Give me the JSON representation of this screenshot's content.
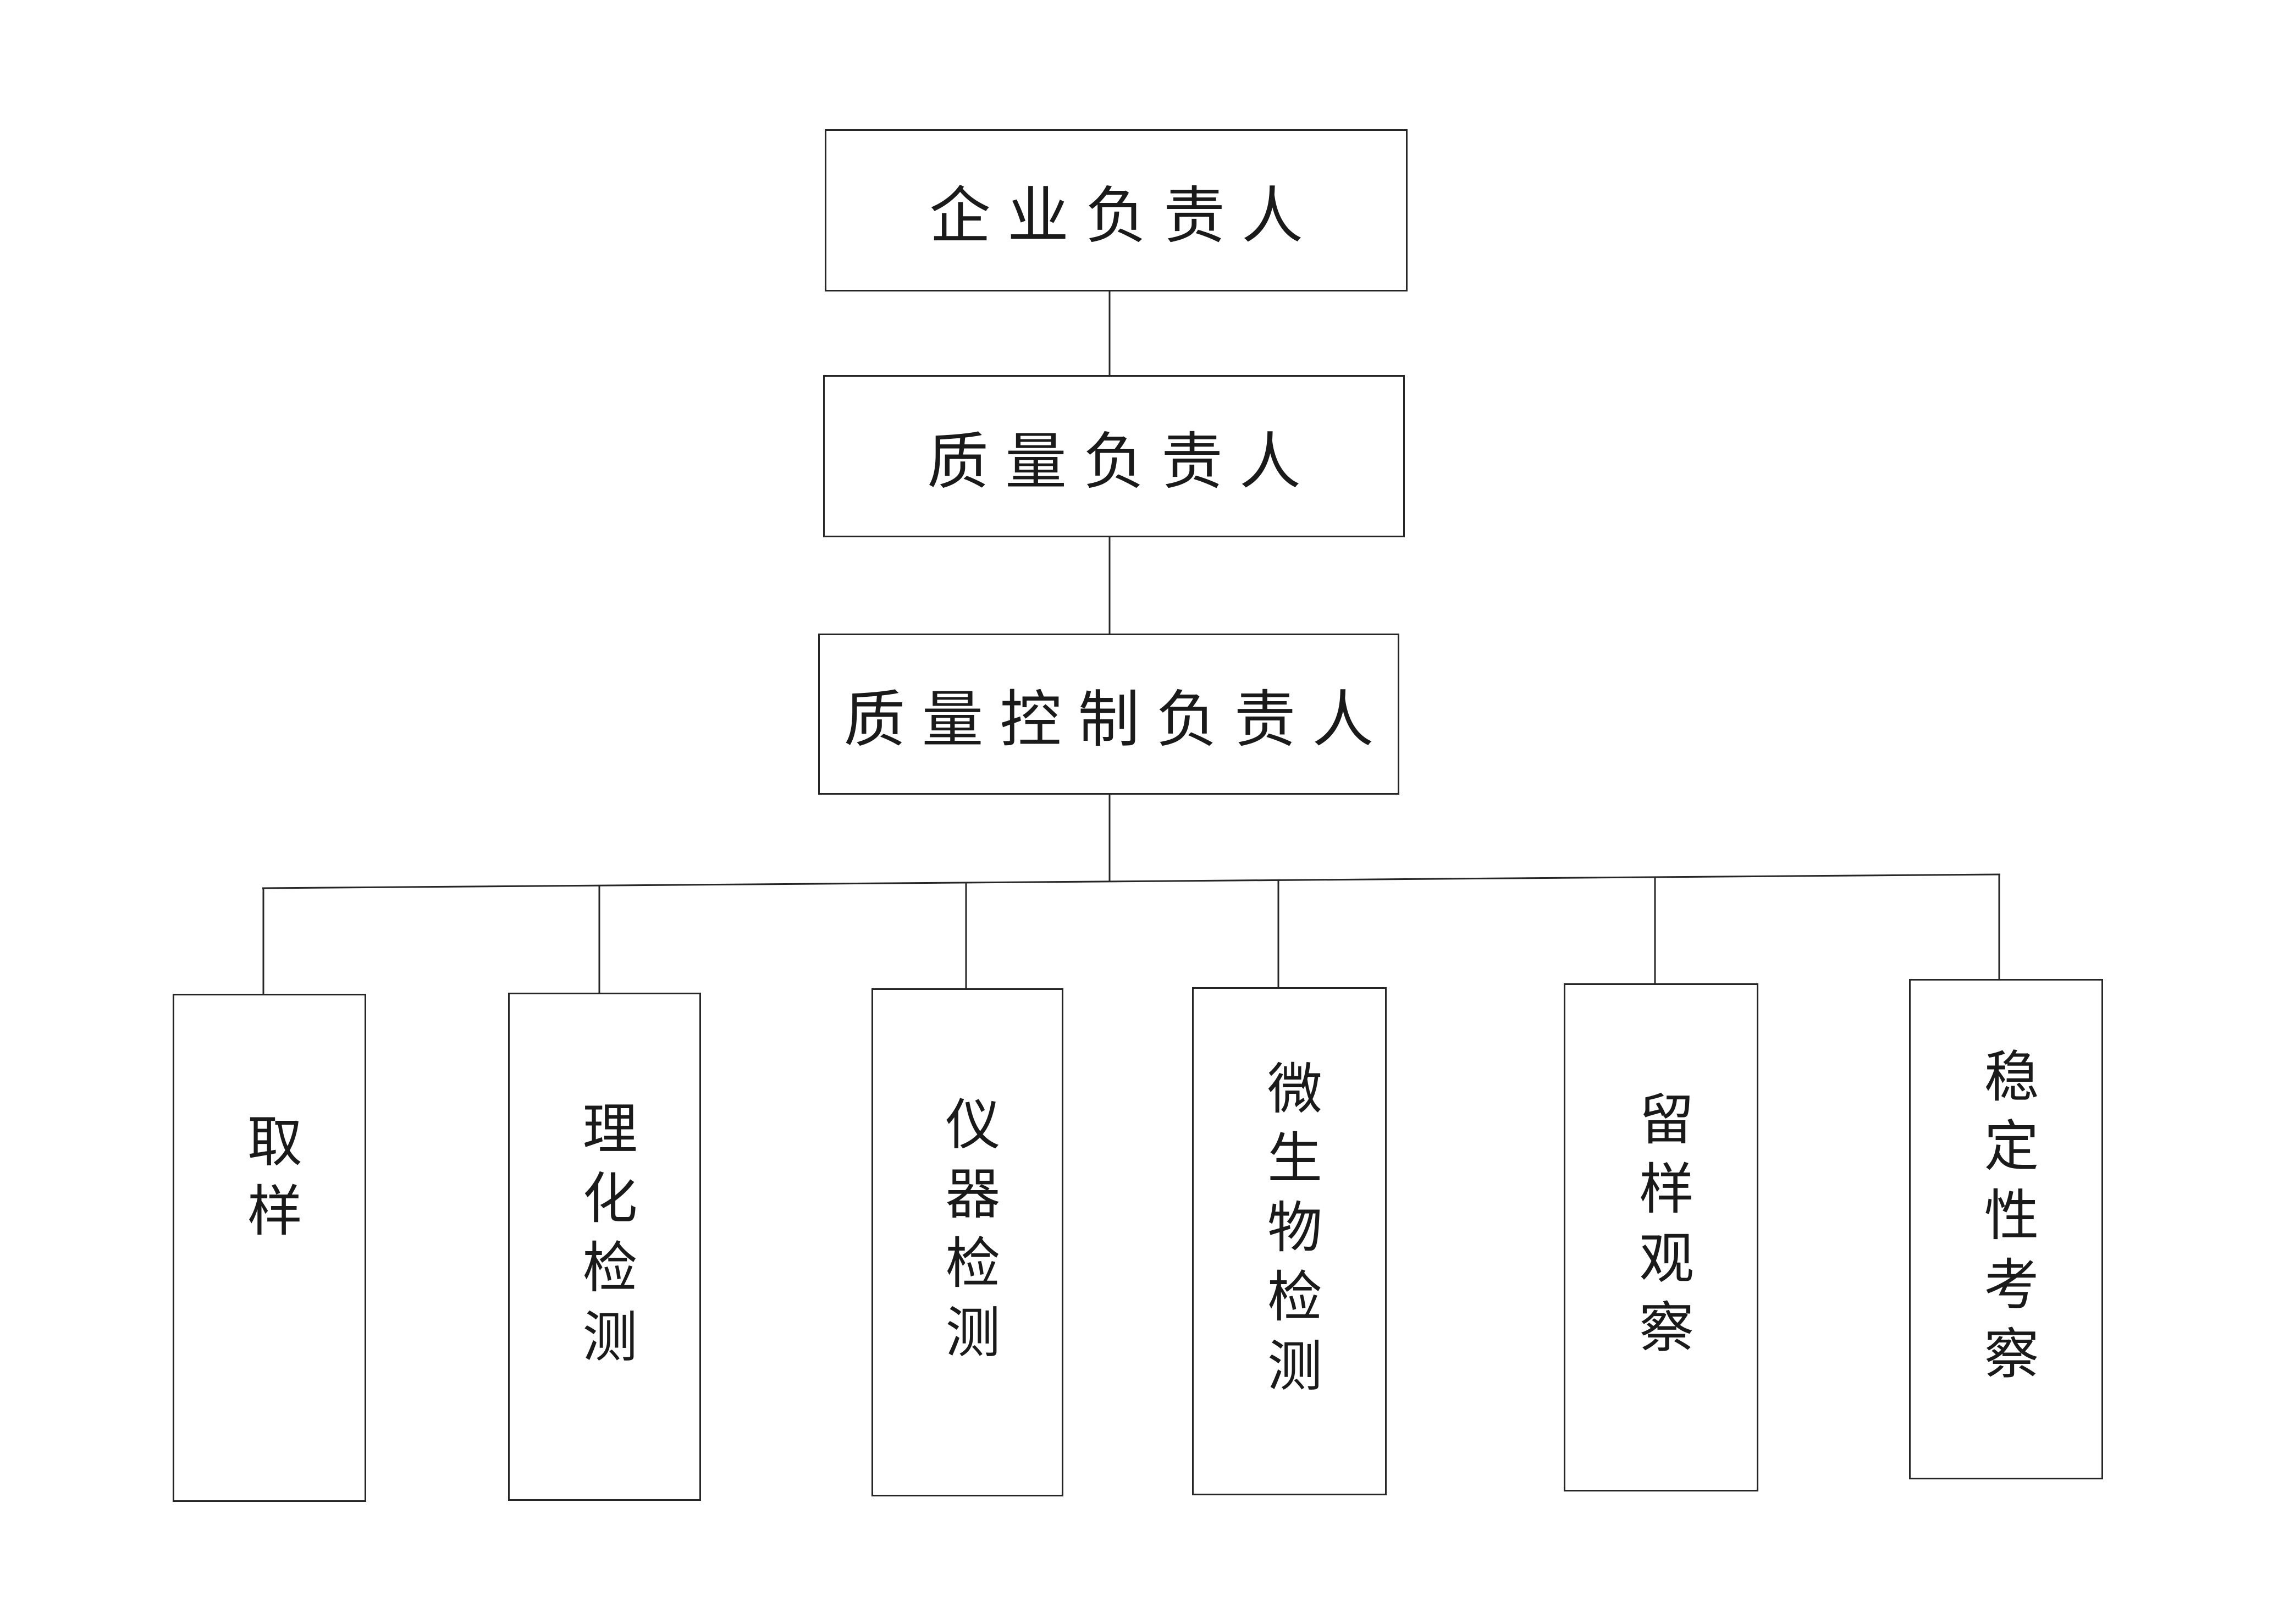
{
  "diagram": {
    "type": "org-chart",
    "orientation": "top-down",
    "top_nodes": [
      {
        "id": "enterprise-head",
        "label": "企业负责人"
      },
      {
        "id": "quality-head",
        "label": "质量负责人"
      },
      {
        "id": "quality-control-head",
        "label": "质量控制负责人"
      }
    ],
    "bottom_nodes": [
      {
        "id": "sampling",
        "label": "取样"
      },
      {
        "id": "physicochemical-testing",
        "label": "理化检测"
      },
      {
        "id": "instrument-testing",
        "label": "仪器检测"
      },
      {
        "id": "microbiological-testing",
        "label": "微生物检测"
      },
      {
        "id": "retained-sample-observation",
        "label": "留样观察"
      },
      {
        "id": "stability-study",
        "label": "稳定性考察"
      }
    ],
    "colors": {
      "line": "#262626",
      "text": "#1a1a1a",
      "node_background": "#ffffff",
      "page_background": "#ffffff"
    }
  }
}
